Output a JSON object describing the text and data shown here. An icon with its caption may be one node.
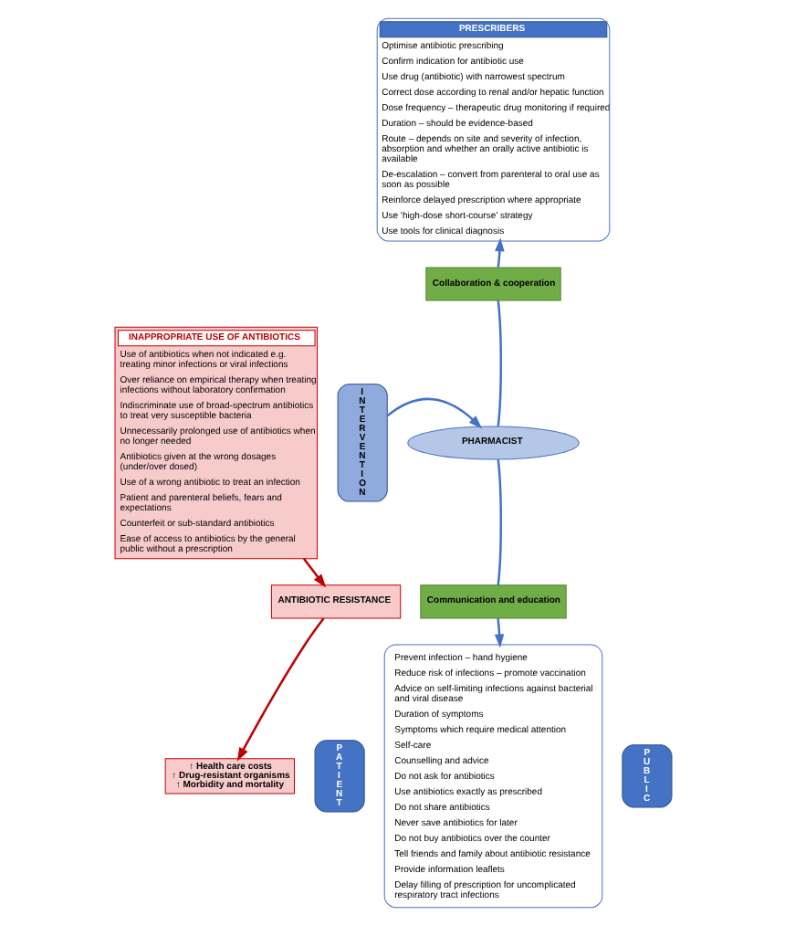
{
  "diagram": {
    "nodes": [
      {
        "text": [
          "PRESCRIBERS",
          "Optimise antibiotic prescribing",
          "Confirm indication for antibiotic use",
          "Use drug (antibiotic) with narrowest spectrum",
          "Correct dose according to renal and/or hepatic function",
          "Dose frequency – therapeutic drug monitoring if required",
          "Duration – should be evidence-based",
          "Route – depends on site and severity of infection, absorption and whether an orally active antibiotic is available",
          "De-escalation – convert from parenteral to oral use as soon as possible",
          "Reinforce delayed prescription where appropriate",
          "Use ‘high-dose short-course’ strategy",
          "Use tools for clinical diagnosis"
        ]
      },
      {
        "text": [
          "Collaboration & cooperation"
        ]
      },
      {
        "text": [
          "PHARMACIST"
        ]
      },
      {
        "text": [
          "Communication and education"
        ]
      },
      {
        "text": [
          "Prevent infection – hand hygiene",
          "Reduce risk of infections – promote vaccination",
          "Advice on self-limiting infections against bacterial and viral disease",
          "Duration of symptoms",
          "Symptoms which require medical attention",
          "Self-care",
          "Counselling and advice",
          "Do not ask for antibiotics",
          "Use antibiotics exactly as prescribed",
          "Do not share antibiotics",
          "Never save antibiotics for later",
          "Do not buy antibiotics over the counter",
          "Tell friends and family about antibiotic resistance",
          "Provide information leaflets",
          "Delay filling of prescription for uncomplicated respiratory tract infections"
        ]
      },
      {
        "text": [
          "PATIENT"
        ]
      },
      {
        "text": [
          "PUBLIC"
        ]
      },
      {
        "text": [
          "INAPPROPRIATE USE OF ANTIBIOTICS",
          "Use of antibiotics when not indicated e.g. treating minor infections or viral infections",
          "Over reliance on empirical therapy when treating infections without laboratory confirmation",
          "Indiscriminate use of broad-spectrum antibiotics to treat very susceptible bacteria",
          "Unnecessarily prolonged use of antibiotics when no longer needed",
          "Antibiotics given at the wrong dosages (under/over dosed)",
          "Use of a wrong antibiotic to treat an infection",
          "Patient and parenteral beliefs, fears and expectations",
          "Counterfeit or sub-standard antibiotics",
          "Ease of access to antibiotics by the general public without a prescription"
        ]
      },
      {
        "text": [
          "INTERVENTION"
        ]
      },
      {
        "text": [
          "ANTIBIOTIC RESISTANCE"
        ]
      },
      {
        "text": [
          "↑ Health care costs",
          "↑ Drug-resistant organisms",
          "↑ Morbidity and mortality"
        ]
      }
    ],
    "edges": [
      {
        "from": 8,
        "to": 2,
        "arrow": "to"
      },
      {
        "from": 2,
        "to": 1,
        "arrow": "none"
      },
      {
        "from": 1,
        "to": 0,
        "arrow": "to"
      },
      {
        "from": 2,
        "to": 3,
        "arrow": "none"
      },
      {
        "from": 3,
        "to": 4,
        "arrow": "to"
      },
      {
        "from": 7,
        "to": 9,
        "arrow": "to",
        "color": "#c00000"
      },
      {
        "from": 9,
        "to": 10,
        "arrow": "to",
        "color": "#c00000"
      }
    ]
  }
}
